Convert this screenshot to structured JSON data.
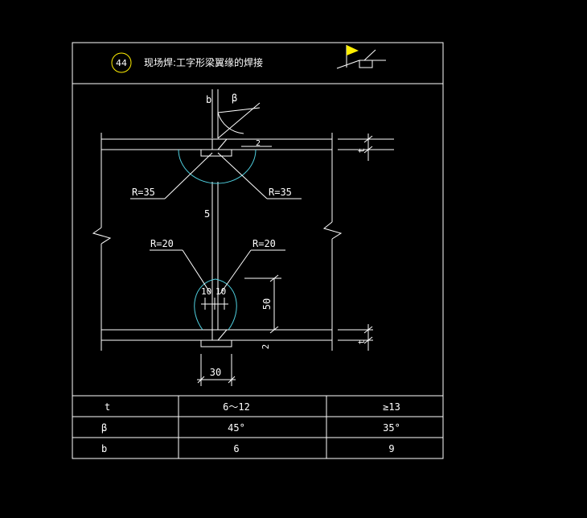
{
  "title": {
    "number": "44",
    "text": "现场焊:工字形梁翼缘的焊接"
  },
  "dims": {
    "b": "b",
    "beta": "β",
    "t_top": "t",
    "t_bottom": "t",
    "R_top_left": "R=35",
    "R_top_right": "R=35",
    "R_bot_left": "R=20",
    "R_bot_right": "R=20",
    "five": "5",
    "ten_left": "10",
    "ten_right": "10",
    "fifty": "50",
    "two": "2",
    "thirty": "30"
  },
  "table": {
    "rows": [
      {
        "label": "t",
        "v1": "6～12",
        "v2": "≥13"
      },
      {
        "label": "β",
        "v1": "45°",
        "v2": "35°"
      },
      {
        "label": "b",
        "v1": "6",
        "v2": "9"
      }
    ]
  },
  "colors": {
    "background": "#000000",
    "line": "#ffffff",
    "arc": "#4fd0e0",
    "flag": "#ffee00",
    "circle": "#ffee00"
  }
}
